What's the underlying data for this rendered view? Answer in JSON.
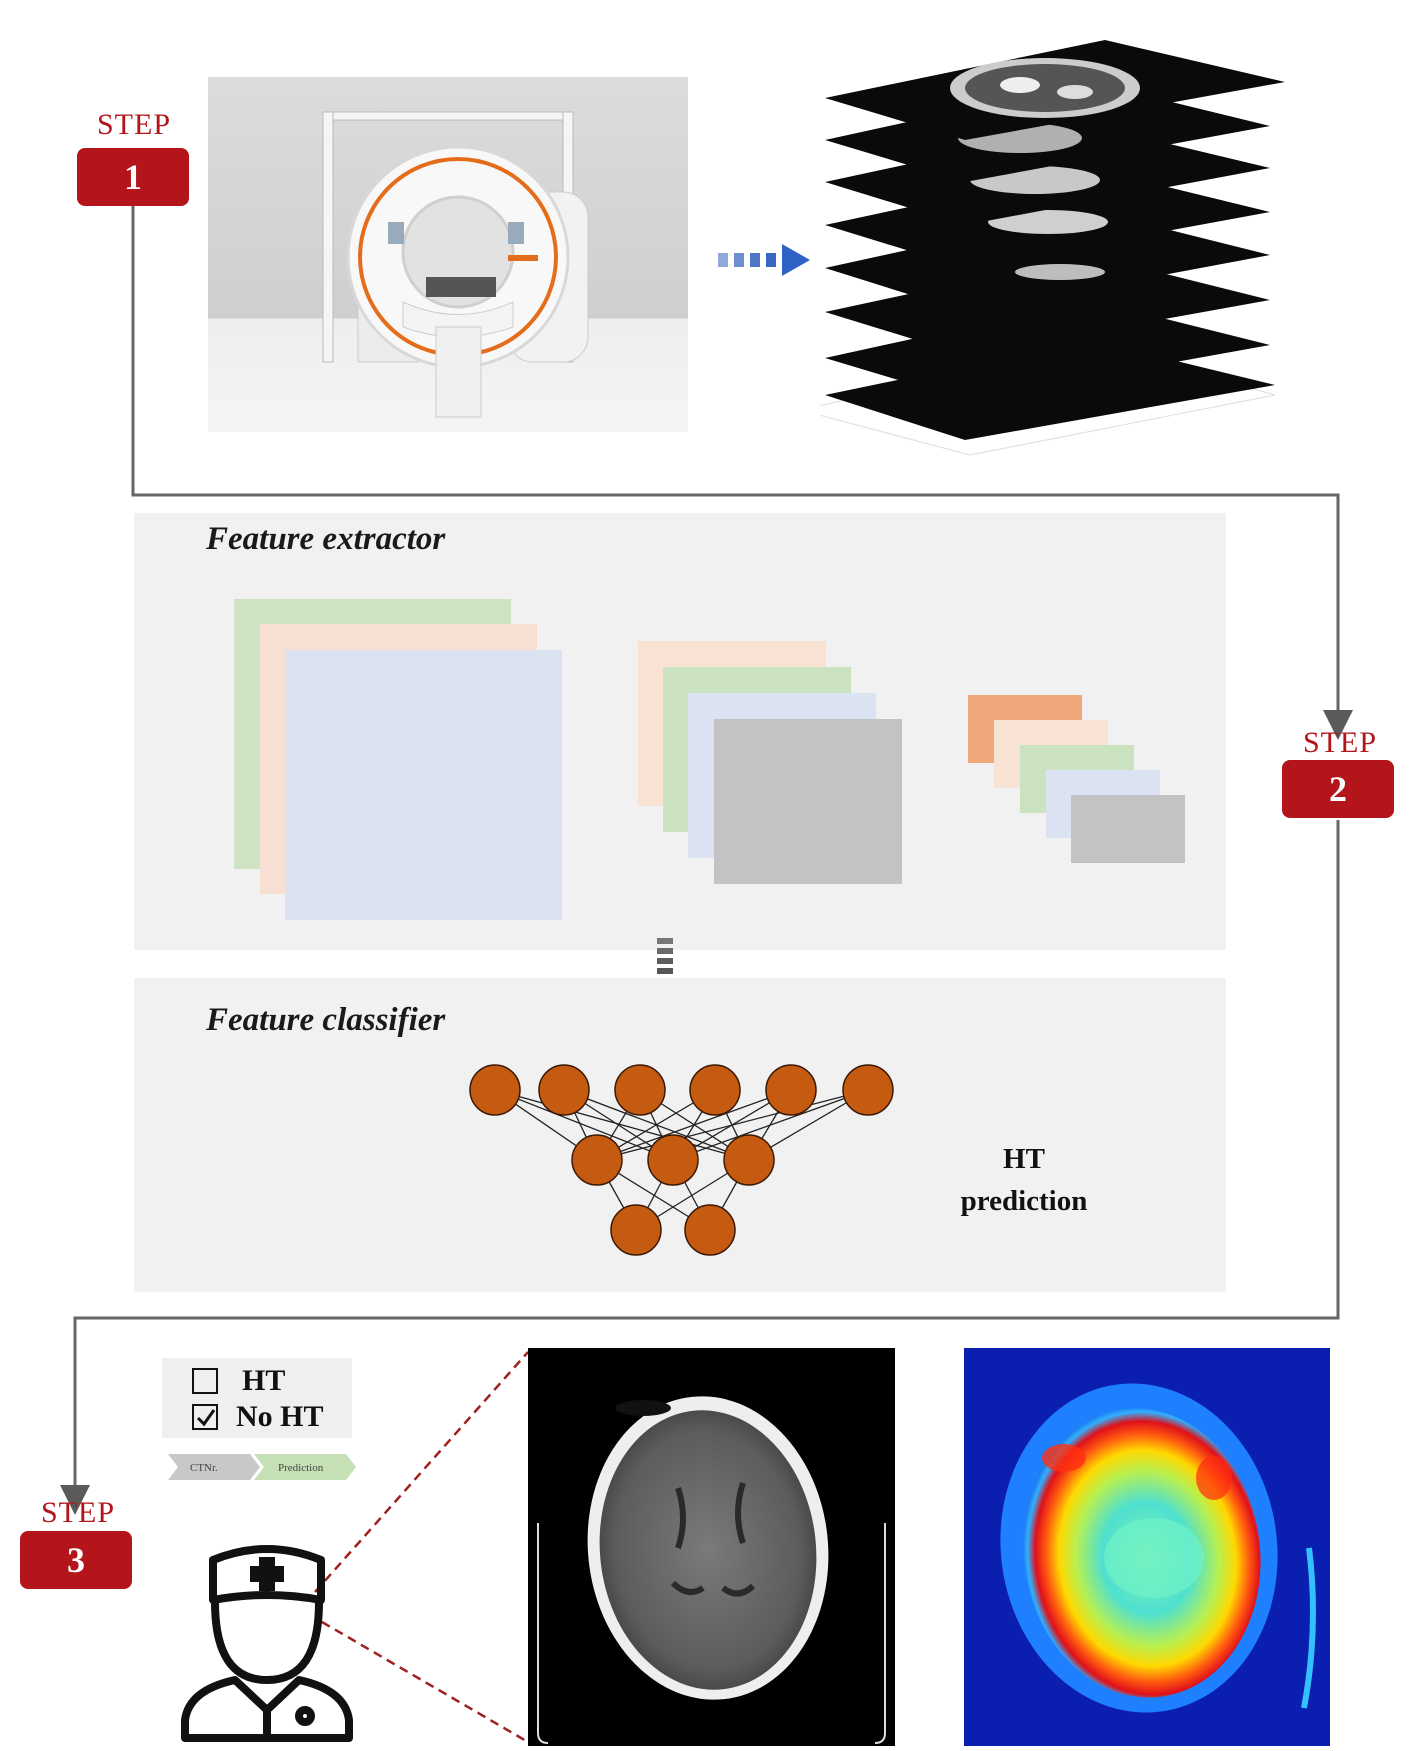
{
  "steps": [
    {
      "label": "STEP",
      "number": "1"
    },
    {
      "label": "STEP",
      "number": "2"
    },
    {
      "label": "STEP",
      "number": "3"
    }
  ],
  "step2": {
    "extractor_title": "Feature extractor",
    "classifier_title": "Feature classifier",
    "output_line1": "HT",
    "output_line2": "prediction"
  },
  "step3": {
    "options": [
      {
        "label": "HT",
        "checked": false
      },
      {
        "label": "No HT",
        "checked": true
      }
    ],
    "tags": [
      "CTNr.",
      "Prediction"
    ]
  },
  "colors": {
    "step_red": "#b3151a",
    "neuron": "#c55a11",
    "arrow_blue": "#2e62c4",
    "panel_gray": "#f1f1f1"
  },
  "icons": [
    "ct-scanner-image",
    "ct-slice-stack",
    "doctor-icon",
    "brain-ct-image",
    "heatmap-image"
  ]
}
